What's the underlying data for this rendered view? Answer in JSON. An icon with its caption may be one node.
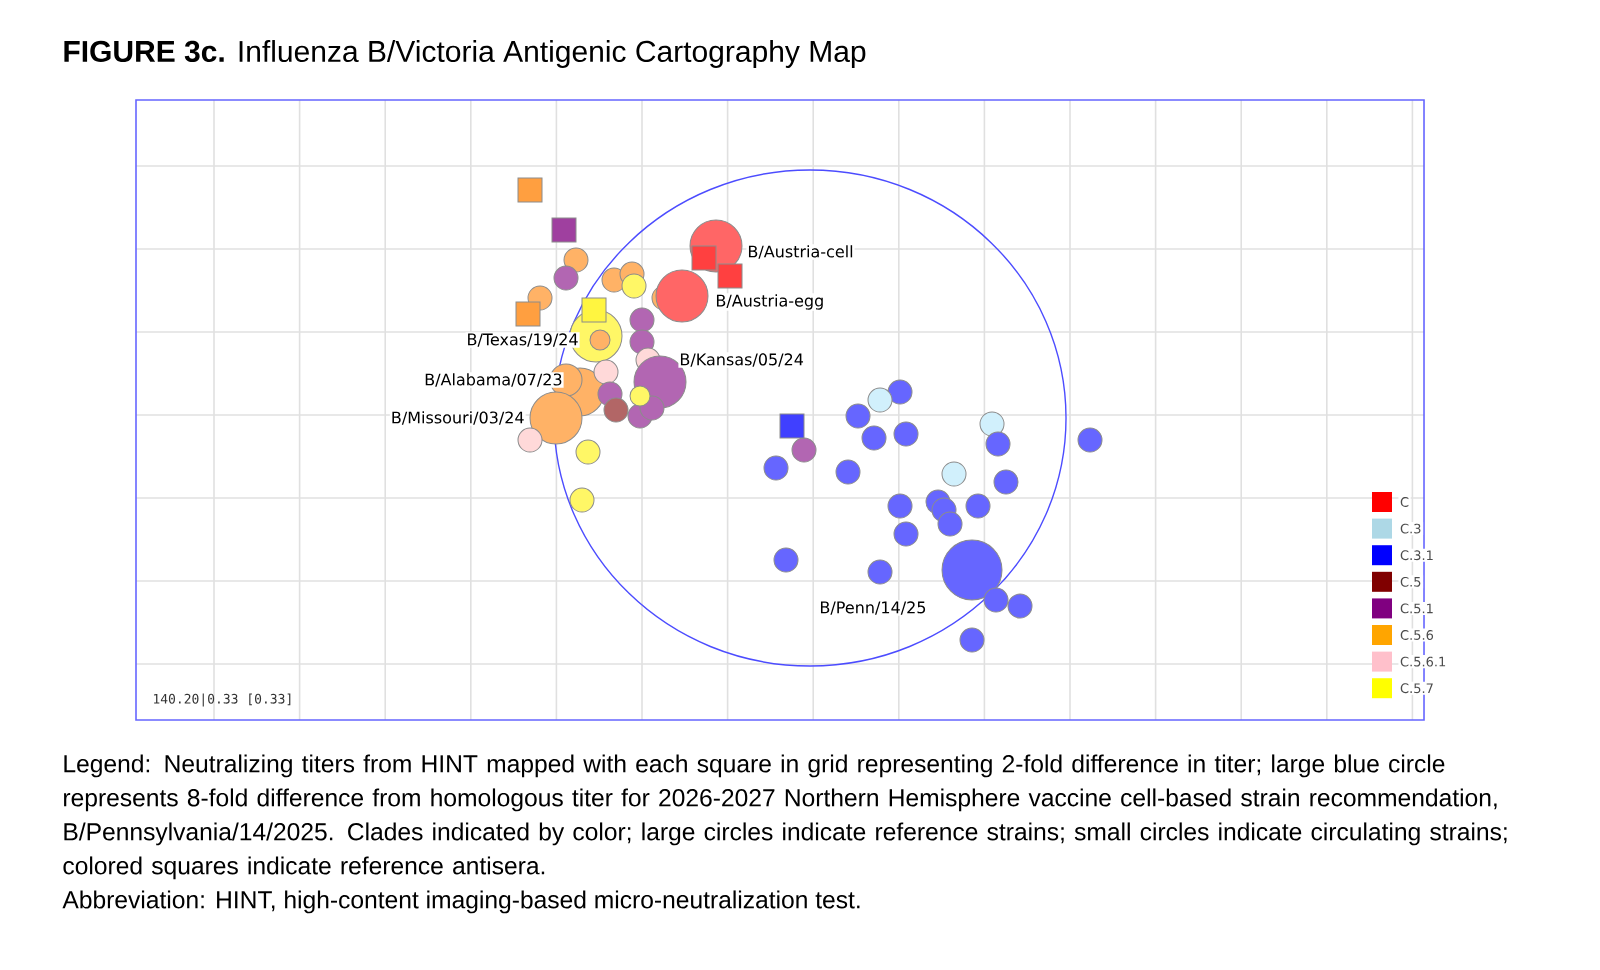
{
  "diagram": {
    "title": "**FIGURE 3c.** Influenza B/Victoria Antigenic Cartography Map",
    "caption": "Legend: Neutralizing titers from HINT mapped with each square in grid representing 2-fold difference in titer; large blue circle represents 8-fold difference from homologous titer for 2026-2027 Northern Hemisphere vaccine cell-based strain recommendation, B/Pennsylvania/14/2025. Clades indicated by color; large circles indicate reference strains; small circles indicate circulating strains; colored squares indicate reference antisera.",
    "labels": [
      "B/Austria-cell",
      "B/Austria-egg",
      "B/Texas/19/24",
      "B/Kansas/05/24",
      "B/Alabama/07/23",
      "B/Missouri/03/24",
      "B/Penn/14/25",
      "140.20|0.33 [0.33]",
      "Abbreviation: HINT, high-content imaging-based micro-neutralization test."
    ],
    "legend": [
      {
        "text": "C",
        "color": "#ff0000"
      },
      {
        "text": "C.3",
        "color": "#add8e6"
      },
      {
        "text": "C.3.1",
        "color": "#0000ff"
      },
      {
        "text": "C.5",
        "color": "#800000"
      },
      {
        "text": "C.5.1",
        "color": "#800080"
      },
      {
        "text": "C.5.6",
        "color": "#ffa500"
      },
      {
        "text": "C.5.6.1",
        "color": "#ffc0cb"
      },
      {
        "text": "C.5.7",
        "color": "#ffff00"
      }
    ]
  }
}
